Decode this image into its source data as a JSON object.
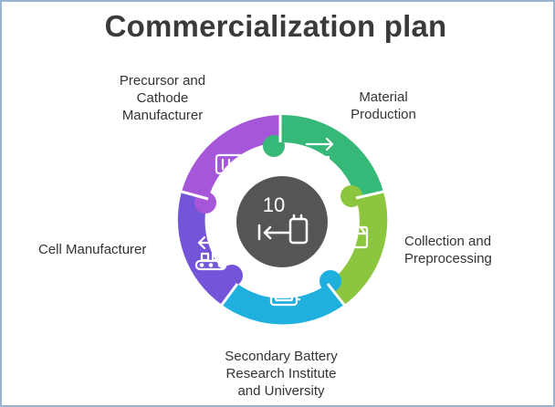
{
  "title": "Commercialization plan",
  "center_text": "10",
  "segments": [
    {
      "label": "Precursor and\nCathode\nManufacturer",
      "color": "#a656d9",
      "icon": "battery-cells-icon"
    },
    {
      "label": "Material\nProduction",
      "color": "#36b878",
      "icon": "conveyor-forward-icon"
    },
    {
      "label": "Collection and\nPreprocessing",
      "color": "#8cc63e",
      "icon": "clapperboard-icon"
    },
    {
      "label": "Secondary Battery\nResearch Institute\nand University",
      "color": "#1fb0e0",
      "icon": "battery-icon"
    },
    {
      "label": "Cell Manufacturer",
      "color": "#7455d9",
      "icon": "conveyor-backward-icon"
    }
  ],
  "center_color": "#555555"
}
